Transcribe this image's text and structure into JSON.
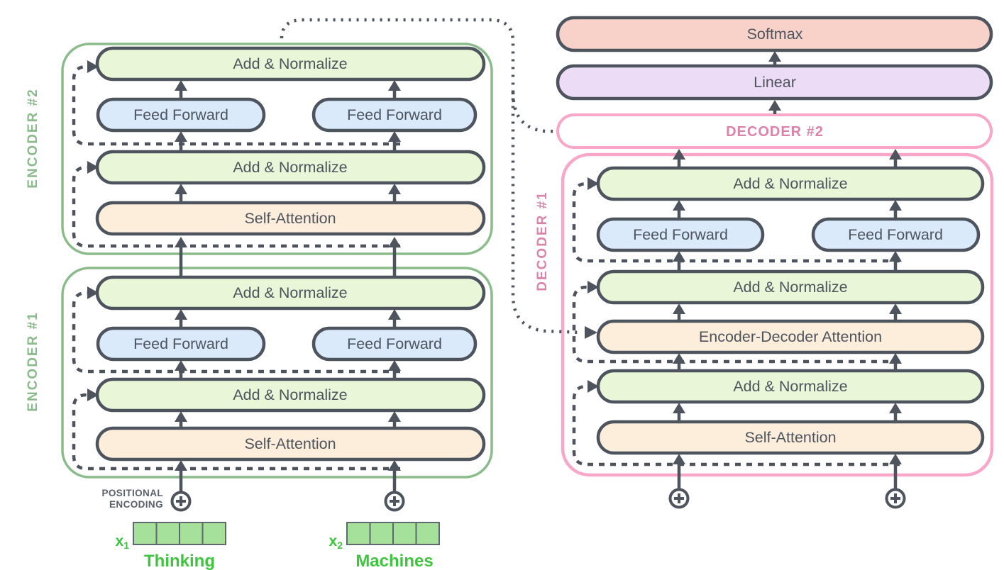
{
  "colors": {
    "dark": "#4d545d",
    "green_fill": "#e9f6d7",
    "blue_fill": "#dbeafa",
    "orange_fill": "#fdeedc",
    "salmon_fill": "#f8d1c9",
    "purple_fill": "#eddcf5",
    "encoder_green": "#8abb8a",
    "pink": "#f9a7c9",
    "pink_text": "#d984a8",
    "bright_green": "#3fc43f",
    "cell_green": "#a5e19b",
    "cell_border": "#60686f",
    "gray_text": "#596069"
  },
  "encoder_stack": {
    "encoders": [
      {
        "label": "ENCODER #2",
        "add_norm_top": "Add & Normalize",
        "feed_forward_left": "Feed Forward",
        "feed_forward_right": "Feed Forward",
        "add_norm_bottom": "Add & Normalize",
        "self_attention": "Self-Attention"
      },
      {
        "label": "ENCODER #1",
        "add_norm_top": "Add & Normalize",
        "feed_forward_left": "Feed Forward",
        "feed_forward_right": "Feed Forward",
        "add_norm_bottom": "Add & Normalize",
        "self_attention": "Self-Attention"
      }
    ]
  },
  "output_head": {
    "softmax": "Softmax",
    "linear": "Linear"
  },
  "decoder_stack": {
    "decoder2_label": "DECODER #2",
    "decoder1": {
      "label": "DECODER #1",
      "add_norm_top": "Add & Normalize",
      "feed_forward_left": "Feed Forward",
      "feed_forward_right": "Feed Forward",
      "add_norm_mid": "Add & Normalize",
      "encoder_decoder_attention": "Encoder-Decoder Attention",
      "add_norm_bottom": "Add & Normalize",
      "self_attention": "Self-Attention"
    }
  },
  "inputs": {
    "positional_encoding_line1": "POSITIONAL",
    "positional_encoding_line2": "ENCODING",
    "tokens": [
      {
        "symbol": "x",
        "subscript": "1",
        "word": "Thinking",
        "embedding_cells": 4
      },
      {
        "symbol": "x",
        "subscript": "2",
        "word": "Machines",
        "embedding_cells": 4
      }
    ]
  }
}
